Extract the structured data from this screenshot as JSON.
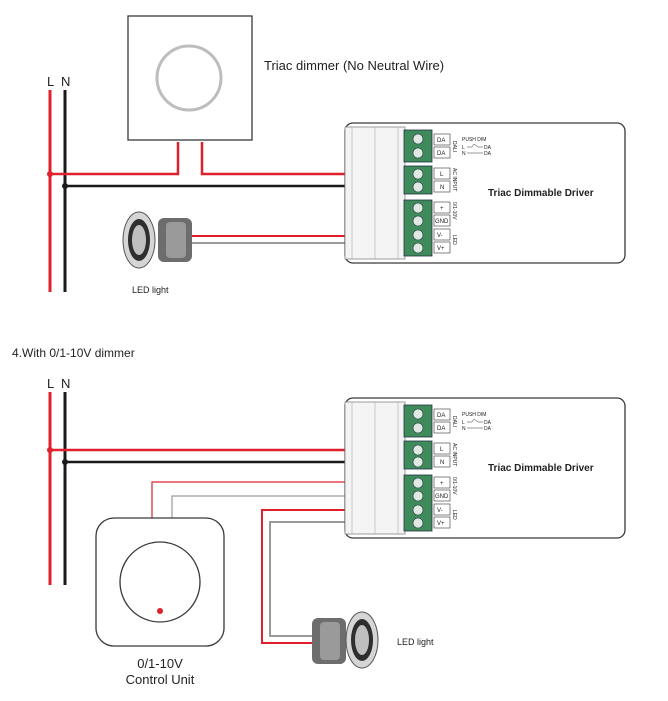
{
  "diagram_a": {
    "rail_l": "L",
    "rail_n": "N",
    "dimmer_label": "Triac dimmer (No Neutral Wire)",
    "led_label": "LED light",
    "driver": {
      "title": "Triac Dimmable Driver",
      "pins_dali": [
        "DA",
        "DA"
      ],
      "dali_text": "DALI",
      "push_dim": "PUSH DIM",
      "push_l": "L",
      "push_n": "N",
      "push_da1": "DA",
      "push_da2": "DA",
      "pins_ac": [
        "L",
        "N"
      ],
      "ac_text": "AC INPUT",
      "pins_010": [
        "+",
        "GND",
        "V-",
        "V+"
      ],
      "v010_text": "0/1-10V",
      "led_text": "LED"
    }
  },
  "diagram_b": {
    "section_title": "4.With 0/1-10V dimmer",
    "rail_l": "L",
    "rail_n": "N",
    "control_label_line1": "0/1-10V",
    "control_label_line2": "Control Unit",
    "led_label": "LED light",
    "driver": {
      "title": "Triac Dimmable Driver",
      "pins_dali": [
        "DA",
        "DA"
      ],
      "dali_text": "DALI",
      "push_dim": "PUSH DIM",
      "push_l": "L",
      "push_n": "N",
      "push_da1": "DA",
      "push_da2": "DA",
      "pins_ac": [
        "L",
        "N"
      ],
      "ac_text": "AC INPUT",
      "pins_010": [
        "+",
        "GND",
        "V-",
        "V+"
      ],
      "v010_text": "0/1-10V",
      "led_text": "LED"
    }
  },
  "colors": {
    "live_wire": "#e0202c",
    "neutral_wire": "#1a1a1a",
    "signal_wire": "#9a9a9a",
    "terminal_green": "#3f8a5a",
    "outline": "#3a3a3a"
  }
}
